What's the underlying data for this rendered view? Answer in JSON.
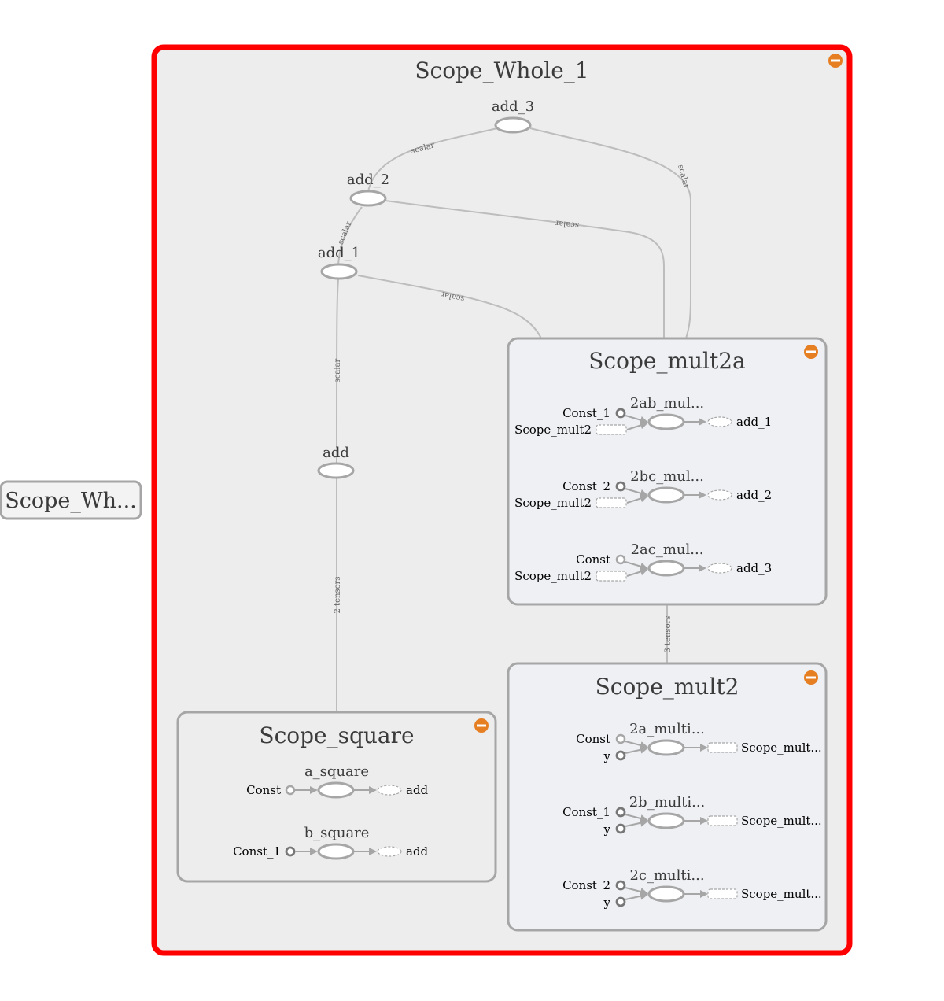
{
  "graph": {
    "outer_collapsed_label": "Scope_Wh...",
    "whole": {
      "title": "Scope_Whole_1",
      "nodes": {
        "add_3": "add_3",
        "add_2": "add_2",
        "add_1": "add_1",
        "add": "add"
      },
      "edge_labels": {
        "e_add2_add3": "scalar",
        "e_mult2a_add3": "scalar",
        "e_mult2a_add2": "scalar",
        "e_add1_add2": "scalar",
        "e_mult2a_add1": "scalar",
        "e_add_add1": "scalar",
        "e_square_add": "2 tensors",
        "e_mult2_mult2a": "3 tensors"
      }
    },
    "scope_mult2a": {
      "title": "Scope_mult2a",
      "ops": [
        {
          "name": "2ab_mul...",
          "in_top": "Const_1",
          "in_bottom": "Scope_mult2",
          "out": "add_1"
        },
        {
          "name": "2bc_mul...",
          "in_top": "Const_2",
          "in_bottom": "Scope_mult2",
          "out": "add_2"
        },
        {
          "name": "2ac_mul...",
          "in_top": "Const",
          "in_bottom": "Scope_mult2",
          "out": "add_3"
        }
      ]
    },
    "scope_mult2": {
      "title": "Scope_mult2",
      "ops": [
        {
          "name": "2a_multi...",
          "in_top": "Const",
          "in_bottom": "y",
          "out": "Scope_mult..."
        },
        {
          "name": "2b_multi...",
          "in_top": "Const_1",
          "in_bottom": "y",
          "out": "Scope_mult..."
        },
        {
          "name": "2c_multi...",
          "in_top": "Const_2",
          "in_bottom": "y",
          "out": "Scope_mult..."
        }
      ]
    },
    "scope_square": {
      "title": "Scope_square",
      "ops": [
        {
          "name": "a_square",
          "in": "Const",
          "out": "add"
        },
        {
          "name": "b_square",
          "in": "Const_1",
          "out": "add"
        }
      ]
    },
    "colors": {
      "selected_border": "#ff0000",
      "collapse_button": "#e67e22",
      "scope_fill": "#ededed",
      "subscope_fill": "#eef0f4"
    }
  }
}
